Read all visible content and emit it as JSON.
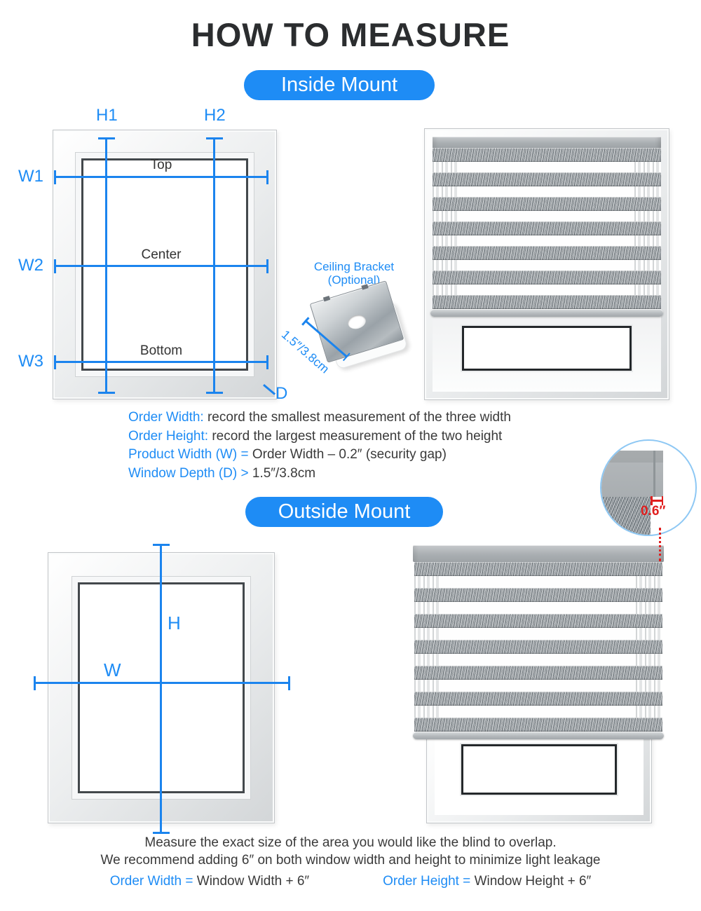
{
  "page": {
    "title": "HOW TO MEASURE"
  },
  "colors": {
    "accent_blue": "#1E8CF5",
    "alert_red": "#E01F1F",
    "text_dark": "#3A3A3A"
  },
  "inside": {
    "badge": "Inside Mount",
    "labels": {
      "h1": "H1",
      "h2": "H2",
      "w1": "W1",
      "w2": "W2",
      "w3": "W3",
      "top": "Top",
      "center": "Center",
      "bottom": "Bottom",
      "d": "D"
    },
    "bracket": {
      "line1": "Ceiling Bracket",
      "line2": "(Optional)",
      "dimension": "1.5″/3.8cm"
    },
    "notes": [
      {
        "label": "Order Width:",
        "text": " record the smallest measurement of the three width"
      },
      {
        "label": "Order Height:",
        "text": " record the largest measurement of the two height"
      },
      {
        "label": "Product Width (W) = ",
        "text": "Order Width – 0.2″ (security gap)"
      },
      {
        "label": "Window Depth (D) > ",
        "text": "1.5″/3.8cm"
      }
    ]
  },
  "outside": {
    "badge": "Outside Mount",
    "labels": {
      "h": "H",
      "w": "W"
    },
    "callout": {
      "value": "0.6″"
    },
    "note1": "Measure the exact size of the area you would like the blind to overlap.",
    "note2": "We recommend adding 6″ on both window width and height to minimize light leakage",
    "formulas": [
      {
        "label": "Order Width = ",
        "text": "Window Width + 6″"
      },
      {
        "label": "Order Height = ",
        "text": "Window Height + 6″"
      }
    ]
  }
}
